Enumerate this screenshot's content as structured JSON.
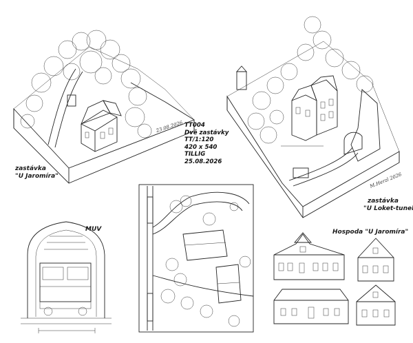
{
  "labels": {
    "diorama_left_line1": "zastávka",
    "diorama_left_line2": "\"U Jaromíra\"",
    "diorama_right_line1": "zastávka",
    "diorama_right_line2": "\"U Loket-tunel\"",
    "muv": "MUV",
    "hospoda": "Hospoda \"U Jaromíra\""
  },
  "info": {
    "code": "TT004",
    "name": "Dvě zastávky",
    "scale": "TT/1:120",
    "size": "420 x 540",
    "maker": "TILLIG",
    "date": "25.08.2026"
  },
  "signatures": {
    "left": "23.08.2026",
    "right": "M.Herzl 2026"
  }
}
